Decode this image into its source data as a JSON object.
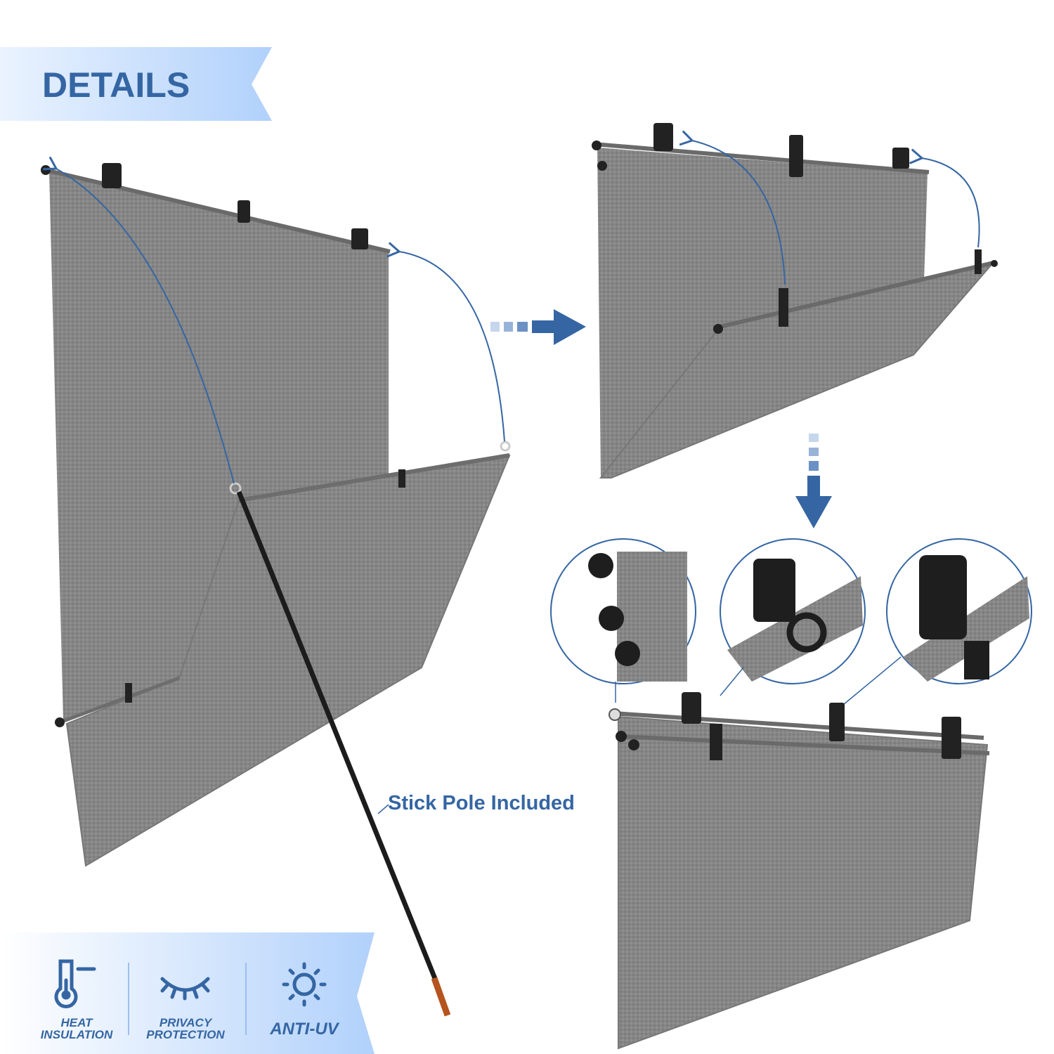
{
  "header": {
    "title": "DETAILS"
  },
  "callout": {
    "stick_pole": "Stick Pole Included"
  },
  "features": [
    {
      "icon": "thermometer-icon",
      "line1": "HEAT",
      "line2": "INSULATION"
    },
    {
      "icon": "closed-eye-icon",
      "line1": "PRIVACY",
      "line2": "PROTECTION"
    },
    {
      "icon": "sun-icon",
      "line1": "ANTI-UV"
    }
  ],
  "colors": {
    "accent": "#3566a3",
    "banner_light": "#eaf3ff",
    "banner_dark": "#b1d1fb",
    "fabric": "#868686",
    "pole_tip": "#b5541e"
  }
}
